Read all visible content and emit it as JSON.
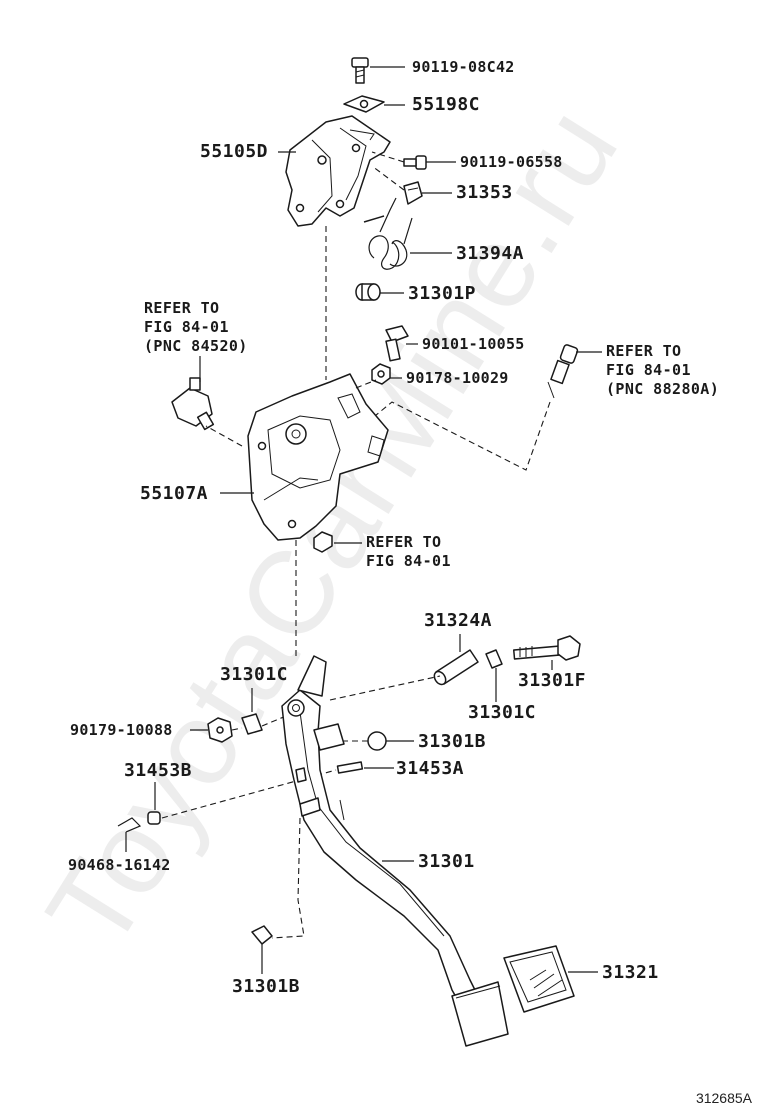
{
  "watermark": "ToyotaCarMine.ru",
  "figure_id": "312685A",
  "callouts": {
    "p90119_08c42": "90119-08C42",
    "p55198c": "55198C",
    "p55105d": "55105D",
    "p90119_06558": "90119-06558",
    "p31353": "31353",
    "p31394a": "31394A",
    "p31301p": "31301P",
    "p90101_10055": "90101-10055",
    "p90178_10029": "90178-10029",
    "p55107a": "55107A",
    "p31324a": "31324A",
    "p31301c_top": "31301C",
    "p31301f": "31301F",
    "p31301c_right": "31301C",
    "p90179_10088": "90179-10088",
    "p31301b_mid": "31301B",
    "p31453b": "31453B",
    "p31453a": "31453A",
    "p90468_16142": "90468-16142",
    "p31301": "31301",
    "p31301b_bottom": "31301B",
    "p31321": "31321"
  },
  "references": {
    "left": "REFER TO\nFIG 84-01\n(PNC 84520)",
    "right": "REFER TO\nFIG 84-01\n(PNC 88280A)",
    "nut": "REFER TO\nFIG 84-01"
  }
}
